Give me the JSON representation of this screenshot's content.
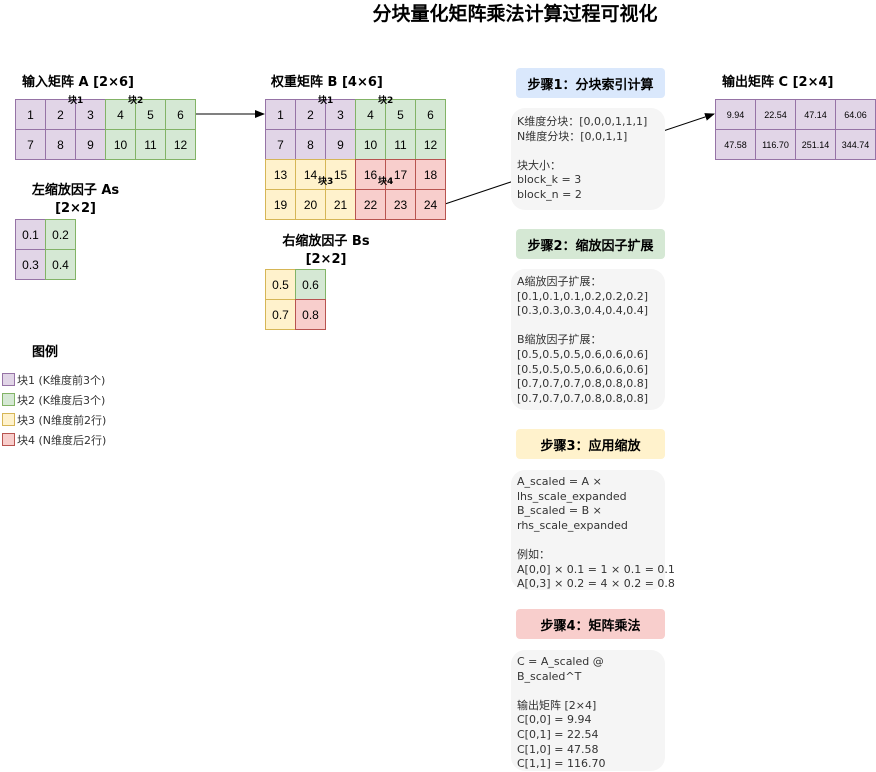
{
  "title": "分块量化矩阵乘法计算过程可视化",
  "matrix_a": {
    "label": "输入矩阵 A [2×6]",
    "rows": [
      [
        "1",
        "2",
        "3",
        "4",
        "5",
        "6"
      ],
      [
        "7",
        "8",
        "9",
        "10",
        "11",
        "12"
      ]
    ],
    "block1": "块1",
    "block2": "块2"
  },
  "matrix_b": {
    "label": "权重矩阵 B [4×6]",
    "rows": [
      [
        "1",
        "2",
        "3",
        "4",
        "5",
        "6"
      ],
      [
        "7",
        "8",
        "9",
        "10",
        "11",
        "12"
      ],
      [
        "13",
        "14",
        "15",
        "16",
        "17",
        "18"
      ],
      [
        "19",
        "20",
        "21",
        "22",
        "23",
        "24"
      ]
    ],
    "block1": "块1",
    "block2": "块2",
    "block3": "块3",
    "block4": "块4"
  },
  "scale_a": {
    "label": "左缩放因子 As [2×2]",
    "rows": [
      [
        "0.1",
        "0.2"
      ],
      [
        "0.3",
        "0.4"
      ]
    ]
  },
  "scale_b": {
    "label": "右缩放因子 Bs [2×2]",
    "rows": [
      [
        "0.5",
        "0.6"
      ],
      [
        "0.7",
        "0.8"
      ]
    ]
  },
  "output": {
    "label": "输出矩阵 C [2×4]",
    "rows": [
      [
        "9.94",
        "22.54",
        "47.14",
        "64.06"
      ],
      [
        "47.58",
        "116.70",
        "251.14",
        "344.74"
      ]
    ]
  },
  "legend": {
    "title": "图例",
    "items": [
      {
        "label": "块1 (K维度前3个)",
        "color": "#e1d5e7"
      },
      {
        "label": "块2 (K维度后3个)",
        "color": "#d5e8d4"
      },
      {
        "label": "块3 (N维度前2行)",
        "color": "#fff2cc"
      },
      {
        "label": "块4 (N维度后2行)",
        "color": "#f8cecc"
      }
    ]
  },
  "steps": [
    {
      "title": "步骤1：分块索引计算",
      "lines": [
        "K维度分块：[0,0,0,1,1,1]",
        "N维度分块：[0,0,1,1]",
        "",
        "块大小：",
        "block_k = 3",
        "block_n = 2"
      ]
    },
    {
      "title": "步骤2：缩放因子扩展",
      "lines": [
        "A缩放因子扩展：",
        "[0.1,0.1,0.1,0.2,0.2,0.2]",
        "[0.3,0.3,0.3,0.4,0.4,0.4]",
        "",
        "B缩放因子扩展：",
        "[0.5,0.5,0.5,0.6,0.6,0.6]",
        "[0.5,0.5,0.5,0.6,0.6,0.6]",
        "[0.7,0.7,0.7,0.8,0.8,0.8]",
        "[0.7,0.7,0.7,0.8,0.8,0.8]"
      ]
    },
    {
      "title": "步骤3：应用缩放",
      "lines": [
        "A_scaled = A ×",
        "lhs_scale_expanded",
        "B_scaled = B ×",
        "rhs_scale_expanded",
        "",
        "例如：",
        "A[0,0] × 0.1 = 1 × 0.1 = 0.1",
        "A[0,3] × 0.2 = 4 × 0.2 = 0.8"
      ]
    },
    {
      "title": "步骤4：矩阵乘法",
      "lines": [
        "C = A_scaled @",
        "B_scaled^T",
        "",
        "输出矩阵 [2×4]",
        "C[0,0] = 9.94",
        "C[0,1] = 22.54",
        "C[1,0] = 47.58",
        "C[1,1] = 116.70"
      ]
    }
  ]
}
